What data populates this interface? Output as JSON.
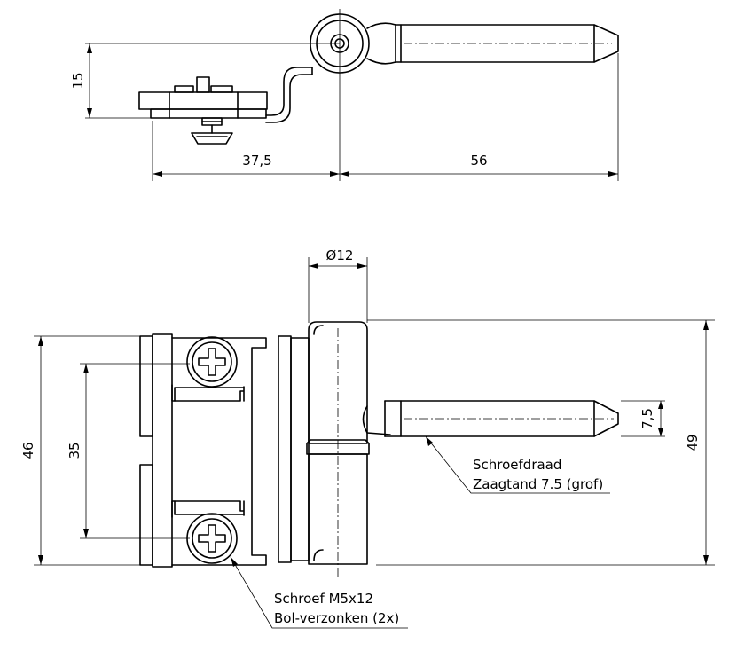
{
  "dimensions": {
    "top_height": "15",
    "top_left_width": "37,5",
    "top_right_width": "56",
    "diameter": "Ø12",
    "left_height": "46",
    "screw_spacing": "35",
    "pin_diameter": "7,5",
    "total_height": "49"
  },
  "annotations": {
    "thread_line1": "Schroefdraad",
    "thread_line2": "Zaagtand 7.5 (grof)",
    "screw_line1": "Schroef M5x12",
    "screw_line2": "Bol-verzonken (2x)"
  }
}
